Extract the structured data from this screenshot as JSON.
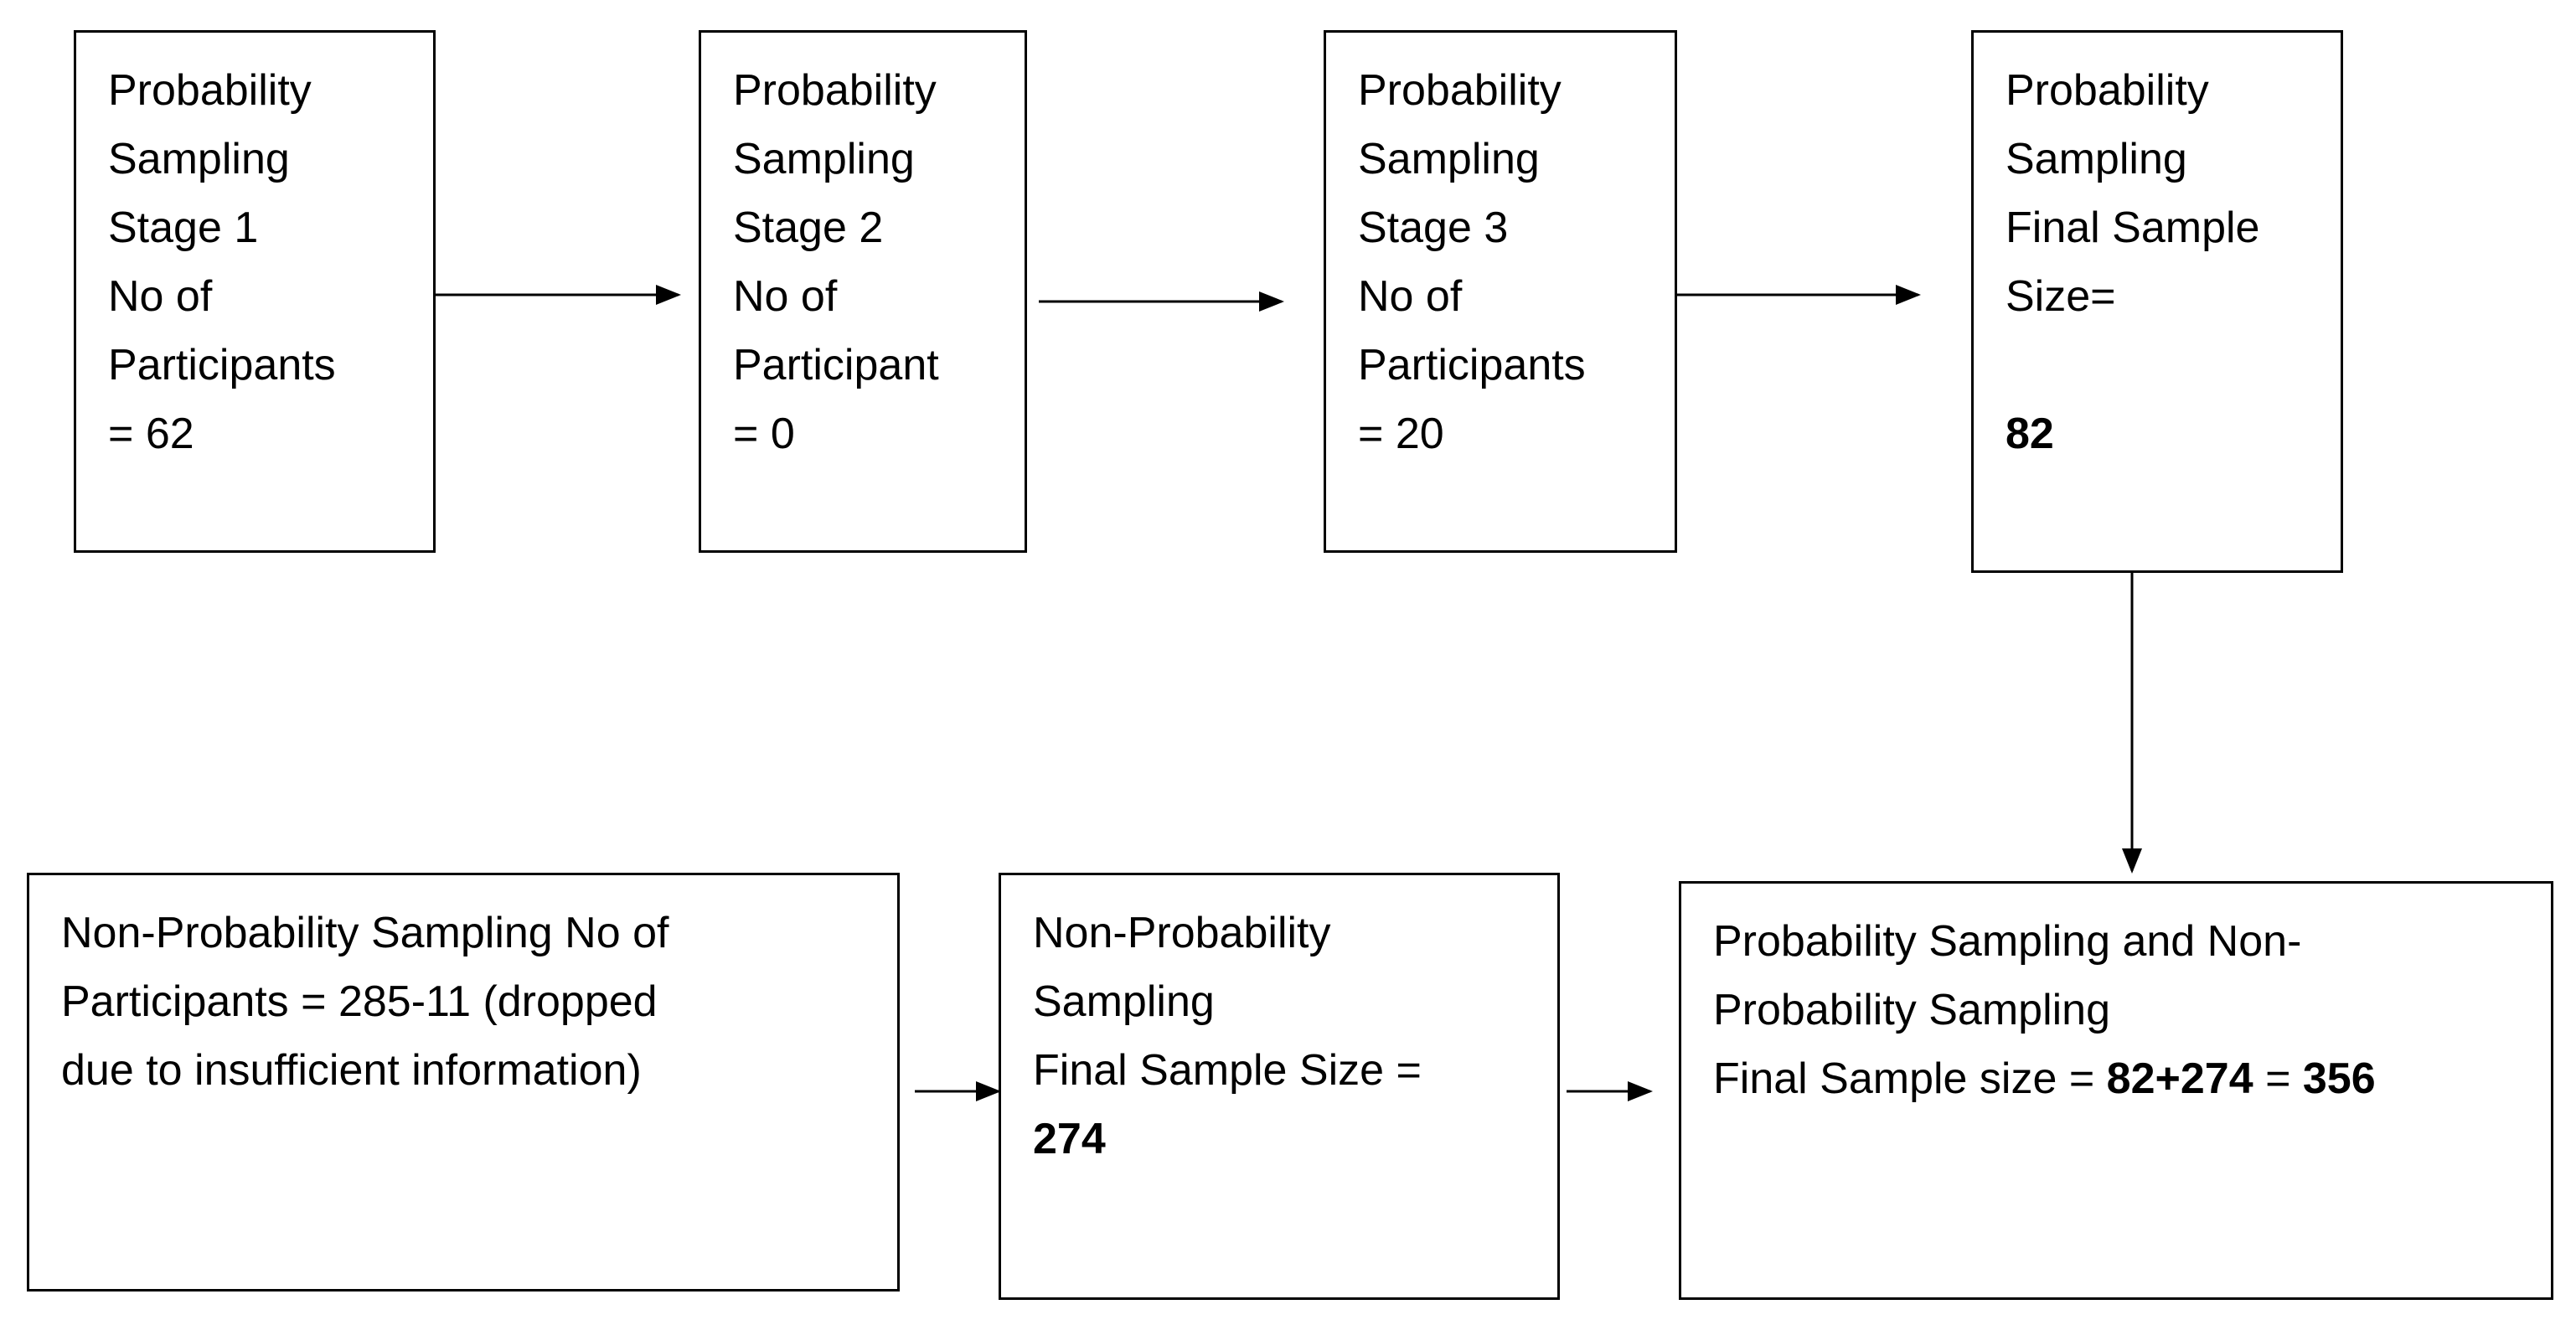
{
  "stage1": {
    "lines": [
      "Probability",
      "Sampling",
      "Stage 1",
      "No of",
      "Participants",
      "= 62"
    ]
  },
  "stage2": {
    "lines": [
      "Probability",
      "Sampling",
      "Stage 2",
      "No of",
      "Participant",
      "= 0"
    ]
  },
  "stage3": {
    "lines": [
      "Probability",
      "Sampling",
      "Stage 3",
      "No of",
      "Participants",
      "= 20"
    ]
  },
  "final_prob": {
    "lines": [
      "Probability",
      "Sampling",
      "Final Sample",
      "Size="
    ],
    "value": "82"
  },
  "nonprob": {
    "lines": [
      "Non-Probability Sampling No of",
      "Participants = 285-11 (dropped",
      "due to insufficient information)"
    ]
  },
  "final_nonprob": {
    "lines": [
      "Non-Probability",
      "Sampling",
      "Final Sample Size ="
    ],
    "value": "274"
  },
  "combined": {
    "lines": [
      "Probability Sampling and Non-",
      "Probability Sampling"
    ],
    "prefix": "Final Sample size = ",
    "sum": "82+274",
    "equals": " = ",
    "total": "356"
  }
}
